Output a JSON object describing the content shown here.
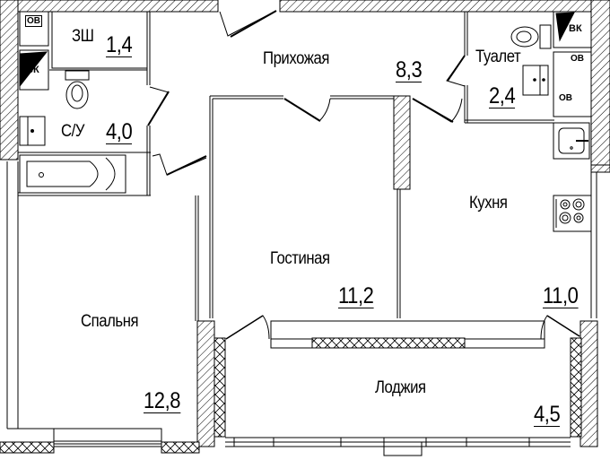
{
  "plan": {
    "rooms": [
      {
        "id": "hallway",
        "name": "Прихожая",
        "area": "8,3"
      },
      {
        "id": "closet",
        "name": "ЗШ",
        "area": "1,4"
      },
      {
        "id": "bathroom",
        "name": "С/У",
        "area": "4,0"
      },
      {
        "id": "toilet",
        "name": "Туалет",
        "area": "2,4"
      },
      {
        "id": "kitchen",
        "name": "Кухня",
        "area": "11,0"
      },
      {
        "id": "living-room",
        "name": "Гостиная",
        "area": "11,2"
      },
      {
        "id": "bedroom",
        "name": "Спальня",
        "area": "12,8"
      },
      {
        "id": "loggia",
        "name": "Лоджия",
        "area": "4,5"
      }
    ],
    "fixtures": {
      "ob": "ОВ",
      "vk": "ВК"
    },
    "colors": {
      "line": "#000000",
      "background": "#ffffff"
    }
  }
}
